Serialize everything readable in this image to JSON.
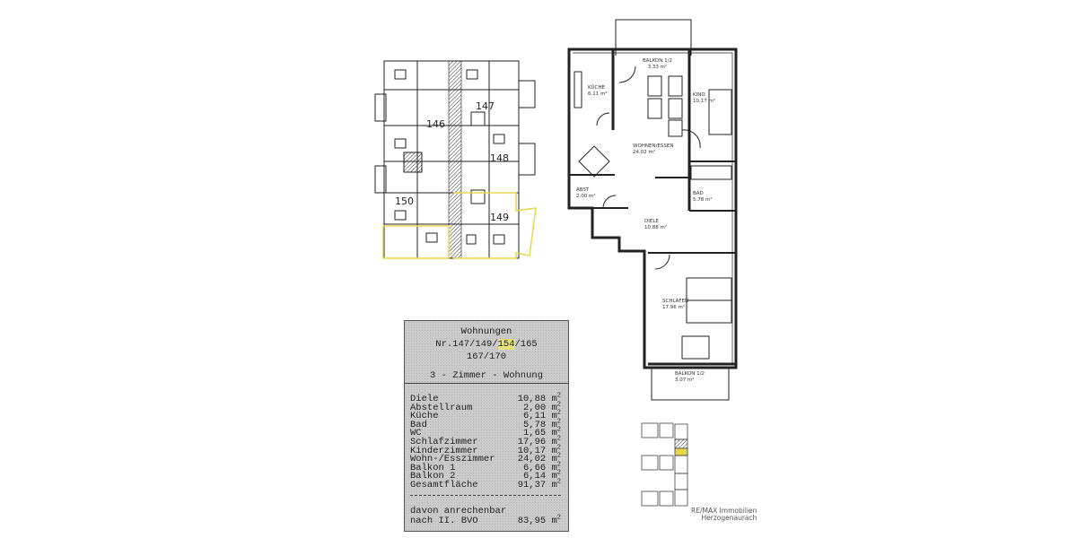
{
  "site_plan": {
    "unit_numbers": [
      "146",
      "147",
      "148",
      "149",
      "150"
    ],
    "highlight_color": "#e6d84a"
  },
  "floor_plan": {
    "rooms": [
      {
        "name": "BALKON 1/2",
        "area": "3.33 m²"
      },
      {
        "name": "KÜCHE",
        "area": "6.11 m²"
      },
      {
        "name": "KIND",
        "area": "10.17 m²"
      },
      {
        "name": "WOHNEN/ESSEN",
        "area": "24.02 m²"
      },
      {
        "name": "ABST",
        "area": "2.00 m²"
      },
      {
        "name": "BAD",
        "area": "5.78 m²"
      },
      {
        "name": "DIELE",
        "area": "10.88 m²"
      },
      {
        "name": "SCHLAFEN",
        "area": "17.96 m²"
      },
      {
        "name": "BALKON 1/2",
        "area": "3.07 m²"
      }
    ]
  },
  "table": {
    "title": "Wohnungen",
    "numbers_prefix": "Nr.147/149/",
    "numbers_highlight": "154",
    "numbers_suffix": "/165",
    "numbers_line2": "167/170",
    "type": "3 - Zimmer - Wohnung",
    "rows": [
      {
        "label": "Diele",
        "value": "10,88 m",
        "unit_exp": "2"
      },
      {
        "label": "Abstellraum",
        "value": "2,00 m",
        "unit_exp": "2"
      },
      {
        "label": "Küche",
        "value": "6,11 m",
        "unit_exp": "2"
      },
      {
        "label": "Bad",
        "value": "5,78 m",
        "unit_exp": "2"
      },
      {
        "label": "WC",
        "value": "1,65 m",
        "unit_exp": "2"
      },
      {
        "label": "Schlafzimmer",
        "value": "17,96 m",
        "unit_exp": "2"
      },
      {
        "label": "Kinderzimmer",
        "value": "10,17 m",
        "unit_exp": "2"
      },
      {
        "label": "Wohn-/Esszimmer",
        "value": "24,02 m",
        "unit_exp": "2"
      },
      {
        "label": "Balkon 1",
        "value": "6,66 m",
        "unit_exp": "2"
      },
      {
        "label": "Balkon 2",
        "value": "6,14 m",
        "unit_exp": "2"
      },
      {
        "label": "Gesamtfläche",
        "value": "91,37 m",
        "unit_exp": "2"
      }
    ],
    "footer_line1": "davon anrechenbar",
    "footer_line2": "nach II. BVO",
    "footer_value": "83,95 m",
    "footer_exp": "2"
  },
  "logo": {
    "line1": "RE/MAX Immobilien",
    "line2": "Herzogenaurach"
  }
}
